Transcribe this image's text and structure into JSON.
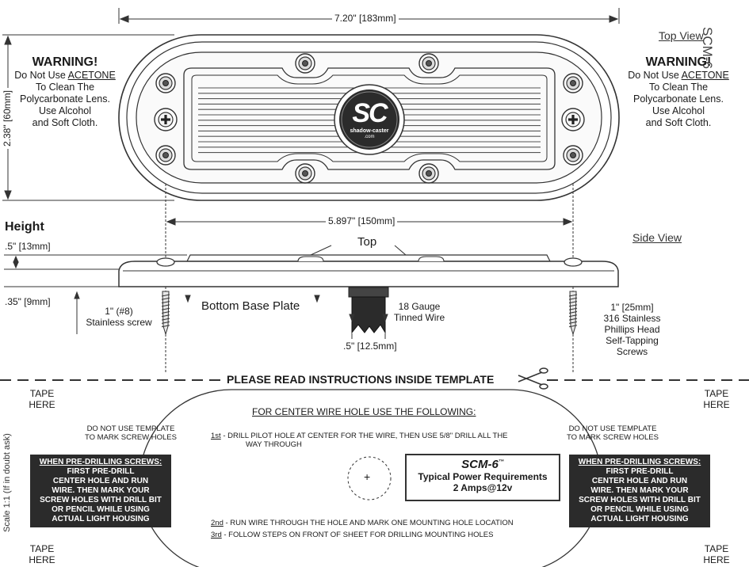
{
  "side_label": "SCM-6",
  "views": {
    "top": "Top View",
    "side": "Side View"
  },
  "warning": {
    "title": "WARNING!",
    "line1_prefix": "Do Not Use ",
    "line1_emph": "ACETONE",
    "line2": "To Clean The",
    "line3": "Polycarbonate Lens.",
    "line4": "Use Alcohol",
    "line5": "and Soft Cloth."
  },
  "logo": {
    "letters": "SC",
    "brand": "shadow-caster",
    "sub": ".com"
  },
  "dimensions": {
    "length": "7.20\" [183mm]",
    "width": "2.38\" [60mm]",
    "hole_spacing": "5.897\" [150mm]",
    "height_title": "Height",
    "top_height": ".5\" [13mm]",
    "base_height": ".35\" [9mm]",
    "wire_length": ".5\" [12.5mm]"
  },
  "side_labels": {
    "top": "Top",
    "bottom": "Bottom Base Plate",
    "screw_left_1": "1\" (#8)",
    "screw_left_2": "Stainless screw",
    "wire_1": "18 Gauge",
    "wire_2": "Tinned Wire",
    "screw_right": [
      "1\" [25mm]",
      "316 Stainless",
      "Phillips Head",
      "Self-Tapping",
      "Screws"
    ]
  },
  "template": {
    "banner": "PLEASE READ INSTRUCTIONS INSIDE TEMPLATE",
    "tape_1": "TAPE",
    "tape_2": "HERE",
    "scale": "Scale 1:1 (If in doubt ask)",
    "center_heading": "FOR CENTER WIRE HOLE USE THE FOLLOWING:",
    "no_template_1": "DO NOT USE TEMPLATE",
    "no_template_2": "TO MARK SCREW HOLES",
    "predrill": [
      "WHEN PRE-DRILLING SCREWS:",
      "FIRST PRE-DRILL",
      "CENTER HOLE AND RUN",
      "WIRE. THEN MARK YOUR",
      "SCREW HOLES WITH DRILL BIT",
      "OR PENCIL WHILE USING",
      "ACTUAL LIGHT HOUSING"
    ],
    "steps": [
      {
        "num": "1st",
        "text": " - DRILL PILOT HOLE AT CENTER FOR THE WIRE, THEN USE 5/8\" DRILL ALL THE"
      },
      {
        "num": "",
        "text": "WAY THROUGH"
      },
      {
        "num": "2nd",
        "text": " - RUN WIRE THROUGH THE HOLE AND MARK ONE MOUNTING HOLE LOCATION"
      },
      {
        "num": "3rd",
        "text": " - FOLLOW STEPS ON FRONT OF SHEET FOR DRILLING MOUNTING HOLES"
      }
    ],
    "center_mark": "+",
    "model_box": {
      "model": "SCM-6",
      "tm": "™",
      "line1": "Typical Power Requirements",
      "line2": "2 Amps@12v"
    }
  }
}
